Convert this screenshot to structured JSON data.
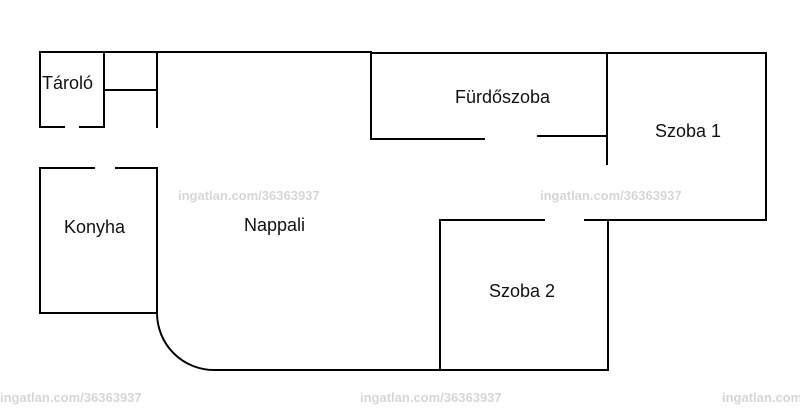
{
  "rooms": {
    "taroló": "Tároló",
    "furdoszoba": "Fürdőszoba",
    "szoba1": "Szoba 1",
    "konyha": "Konyha",
    "nappali": "Nappali",
    "szoba2": "Szoba 2"
  },
  "watermark": "ingatlan.com/36363937",
  "colors": {
    "wall": "#000000",
    "text": "#111111",
    "watermark": "#d6d6d6",
    "background": "#ffffff"
  }
}
